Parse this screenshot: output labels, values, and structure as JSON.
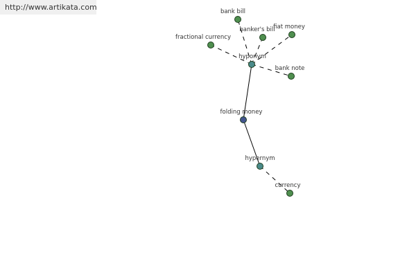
{
  "source_url": "http://www.artikata.com",
  "colors": {
    "leaf": "#4f8f4f",
    "relation": "#4a8a8a",
    "center": "#44558f",
    "node_stroke": "#1e3e1e",
    "edge": "#000000"
  },
  "graph": {
    "center": {
      "id": "folding-money",
      "label": "folding money"
    },
    "relations": [
      {
        "id": "hyponym",
        "label": "hyponym"
      },
      {
        "id": "hypernym",
        "label": "hypernym"
      }
    ],
    "terms": [
      {
        "id": "bank-bill",
        "label": "bank bill",
        "relation": "hyponym"
      },
      {
        "id": "bankers-bill",
        "label": "banker's bill",
        "relation": "hyponym"
      },
      {
        "id": "fiat-money",
        "label": "fiat money",
        "relation": "hyponym"
      },
      {
        "id": "fractional-currency",
        "label": "fractional currency",
        "relation": "hyponym"
      },
      {
        "id": "bank-note",
        "label": "bank note",
        "relation": "hyponym"
      },
      {
        "id": "currency",
        "label": "currency",
        "relation": "hypernym"
      }
    ]
  }
}
